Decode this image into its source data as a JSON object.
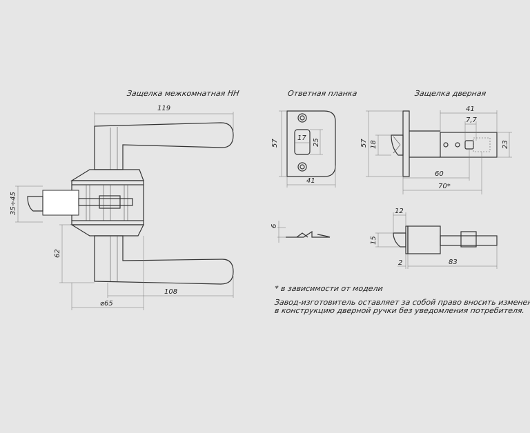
{
  "titles": {
    "interior_latch": "Защелка межкомнатная НН",
    "strike_plate": "Ответная планка",
    "door_latch": "Защелка дверная"
  },
  "dims": {
    "handle_width": "119",
    "height_35_45": "35÷45",
    "height_62": "62",
    "lever_108": "108",
    "rosette_diam": "⌀65",
    "strike_height": "57",
    "strike_hole": "17",
    "strike_hole_h": "25",
    "strike_width": "41",
    "strike_thickness": "6",
    "latch_height": "57",
    "latch_bolt_h": "18",
    "latch_top_41": "41",
    "latch_7_7": "7,7",
    "latch_23": "23",
    "latch_60": "60",
    "latch_70": "70*",
    "latch_12": "12",
    "latch_15": "15",
    "latch_2": "2",
    "latch_83": "83"
  },
  "notes": {
    "model_note": "* в зависимости от модели",
    "manufacturer_line1": "Завод-изготовитель оставляет за собой право вносить изменения",
    "manufacturer_line2": "в конструкцию дверной ручки без уведомления потребителя."
  }
}
